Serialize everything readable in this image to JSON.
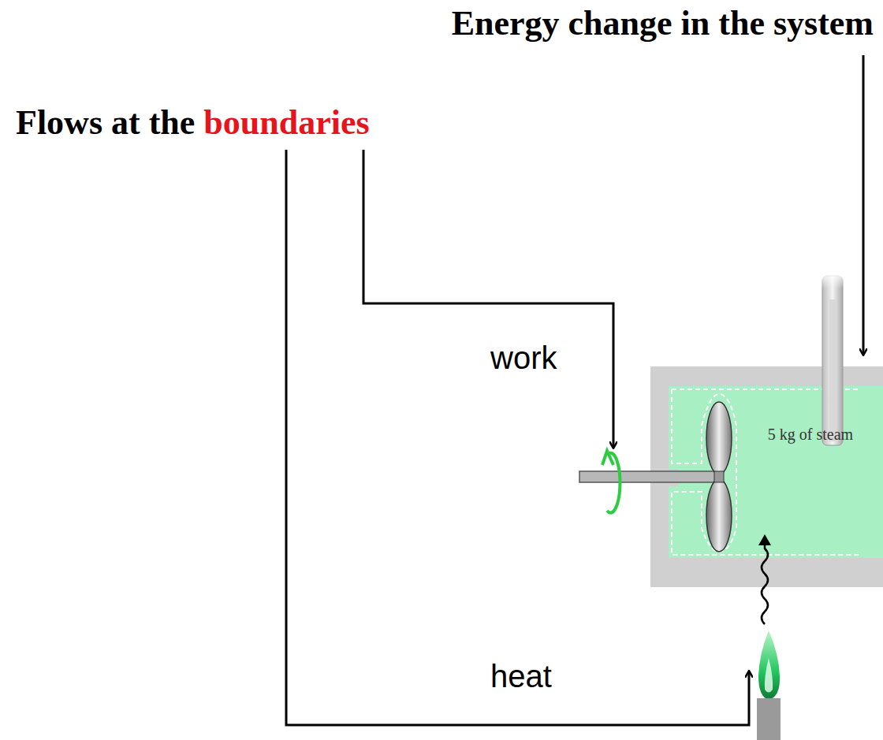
{
  "diagram": {
    "nodes": [
      {
        "text": [
          "5 kg of steam"
        ]
      }
    ],
    "labels": [
      "Energy change in the system",
      "Flows at the",
      "boundaries",
      "work",
      "heat"
    ]
  }
}
